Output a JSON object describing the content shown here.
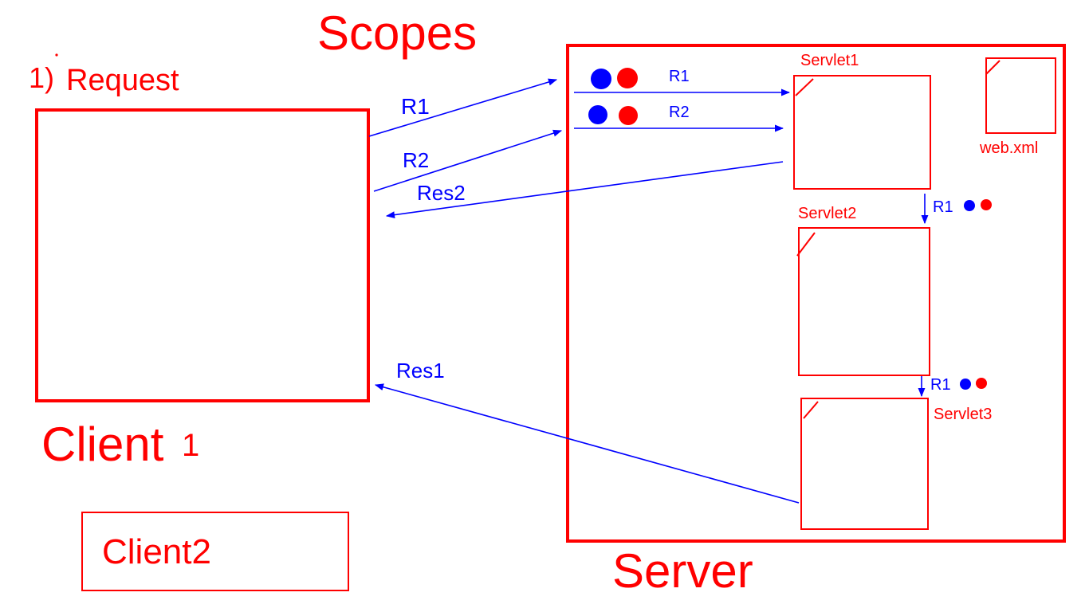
{
  "title": "Scopes",
  "step": {
    "number": "1)",
    "label": "Request"
  },
  "client1": {
    "name": "Client",
    "index": "1"
  },
  "client2": {
    "name": "Client2"
  },
  "server": {
    "name": "Server"
  },
  "servlets": [
    {
      "name": "Servlet1"
    },
    {
      "name": "Servlet2"
    },
    {
      "name": "Servlet3"
    }
  ],
  "config_file": {
    "name": "web.xml"
  },
  "arrows": {
    "request1": "R1",
    "request2": "R2",
    "response2": "Res2",
    "response1": "Res1",
    "inner_request1": "R1",
    "inner_request2": "R2",
    "forward1": "R1",
    "forward2": "R1"
  },
  "colors": {
    "drawing": "#ff0000",
    "arrows": "#0000ff",
    "attr_blue": "#0000ff",
    "attr_red": "#ff0000",
    "background": "#ffffff"
  }
}
